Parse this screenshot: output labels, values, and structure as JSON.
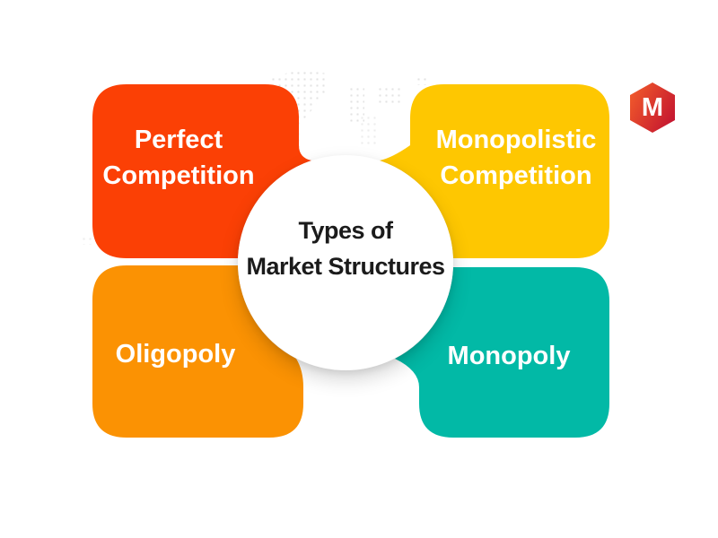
{
  "title": {
    "line1": "Types of",
    "line2": "Market Structures",
    "text_color": "#1B1B1B"
  },
  "quadrants": [
    {
      "label": "Perfect Competition",
      "color": "#FB4005",
      "position": "top-left"
    },
    {
      "label": "Monopolistic Competition",
      "color": "#FEC701",
      "position": "top-right"
    },
    {
      "label": "Oligopoly",
      "color": "#FB9203",
      "position": "bottom-left"
    },
    {
      "label": "Monopoly",
      "color": "#02B9A6",
      "position": "bottom-right"
    }
  ],
  "label_text_color": "#FFFFFF",
  "logo": {
    "letter": "M",
    "gradient_start": "#F0592B",
    "gradient_end": "#C31430"
  },
  "background": {
    "color": "#FFFFFF",
    "map_dot_color": "#E3E3E3"
  }
}
